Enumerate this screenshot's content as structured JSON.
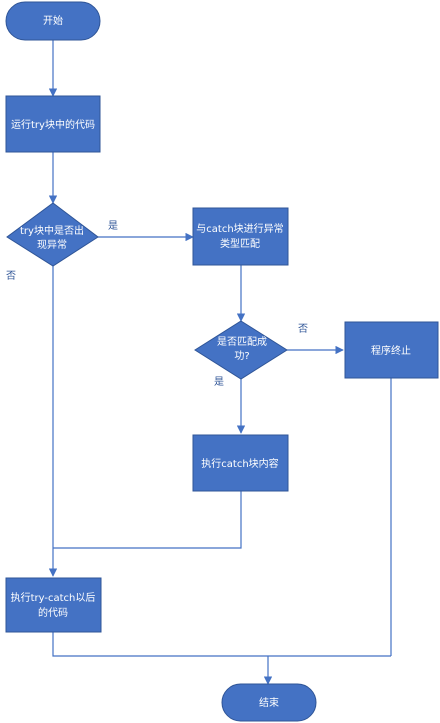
{
  "colors": {
    "node": "#4472C4",
    "border": "#2F5597",
    "line": "#4472C4",
    "label": "#2F5597"
  },
  "nodes": {
    "start": {
      "label": "开始"
    },
    "run_try": {
      "label": "运行try块中的代码"
    },
    "exception_q": {
      "lines": [
        "try块中是否出",
        "现异常"
      ]
    },
    "catch_match": {
      "lines": [
        "与catch块进行异常",
        "类型匹配"
      ]
    },
    "match_q": {
      "lines": [
        "是否匹配成",
        "功?"
      ]
    },
    "terminate": {
      "label": "程序终止"
    },
    "exec_catch": {
      "label": "执行catch块内容"
    },
    "after_code": {
      "lines": [
        "执行try-catch以后",
        "的代码"
      ]
    },
    "end": {
      "label": "结束"
    }
  },
  "edge_labels": {
    "exception_yes": "是",
    "exception_no": "否",
    "match_no": "否",
    "match_yes": "是"
  }
}
